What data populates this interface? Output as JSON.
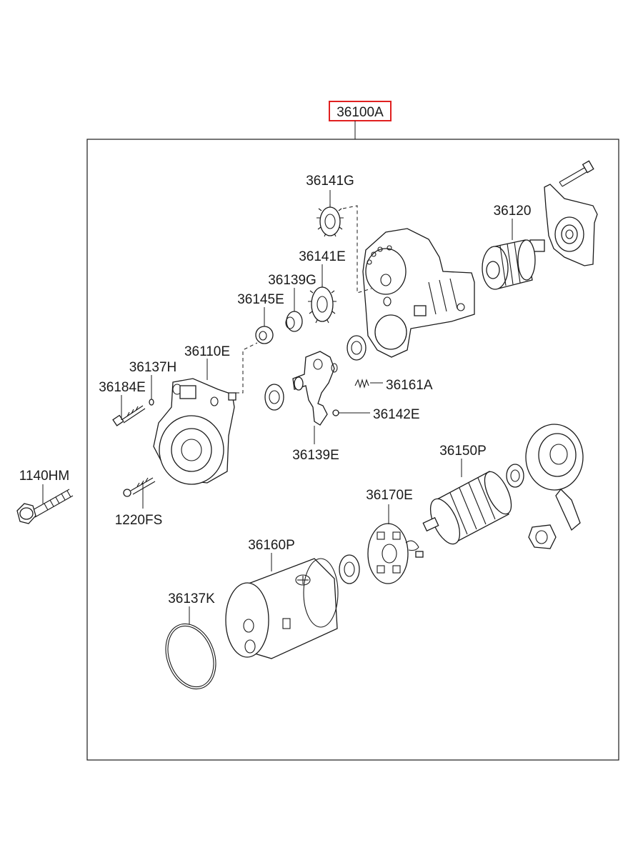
{
  "assembly": {
    "part_number": "36100A",
    "highlight_color": "#e02020"
  },
  "labels": {
    "p36141G": "36141G",
    "p36120": "36120",
    "p36141E": "36141E",
    "p36139G": "36139G",
    "p36145E": "36145E",
    "p36110E": "36110E",
    "p36137H": "36137H",
    "p36184E": "36184E",
    "p36161A": "36161A",
    "p36142E": "36142E",
    "p36139E": "36139E",
    "p36150P": "36150P",
    "p1140HM": "1140HM",
    "p36170E": "36170E",
    "p1220FS": "1220FS",
    "p36160P": "36160P",
    "p36137K": "36137K"
  }
}
